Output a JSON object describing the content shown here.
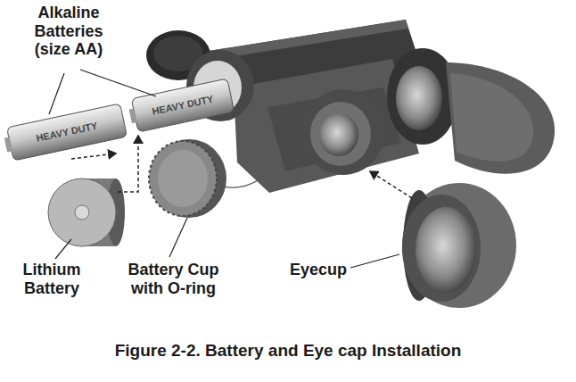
{
  "diagram": {
    "caption": "Figure 2-2. Battery and Eye cap Installation",
    "labels": [
      "Alkaline Batteries (size AA)",
      "HEAVY DUTY",
      "HEAVY DUTY",
      "Lithium Battery",
      "Battery Cup with O-ring",
      "Eyecup"
    ]
  }
}
